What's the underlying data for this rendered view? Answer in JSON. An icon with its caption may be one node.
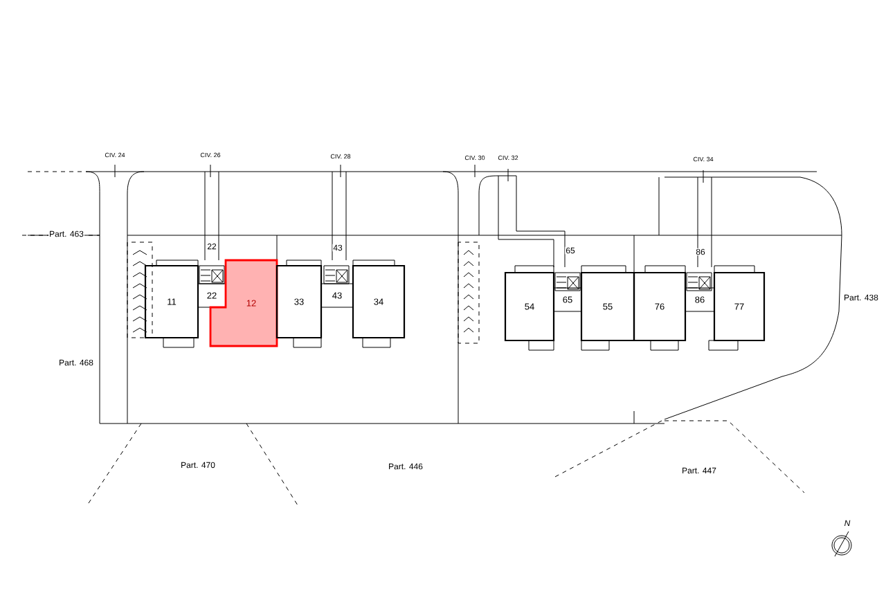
{
  "diagram": {
    "nodes": [
      {
        "text": [
          "11"
        ]
      },
      {
        "text": [
          "22"
        ]
      },
      {
        "text": [
          "12"
        ]
      },
      {
        "text": [
          "33"
        ]
      },
      {
        "text": [
          "43"
        ]
      },
      {
        "text": [
          "34"
        ]
      },
      {
        "text": [
          "54"
        ]
      },
      {
        "text": [
          "65"
        ]
      },
      {
        "text": [
          "55"
        ]
      },
      {
        "text": [
          "76"
        ]
      },
      {
        "text": [
          "86"
        ]
      },
      {
        "text": [
          "77"
        ]
      }
    ],
    "labels": [
      "CIV. 24",
      "CIV. 26",
      "CIV. 28",
      "CIV. 30",
      "CIV. 32",
      "CIV. 34",
      "Part. 463",
      "22",
      "43",
      "65",
      "86",
      "Part. 438",
      "Part. 468",
      "Part. 470",
      "Part. 446",
      "Part. 447",
      "N"
    ]
  }
}
